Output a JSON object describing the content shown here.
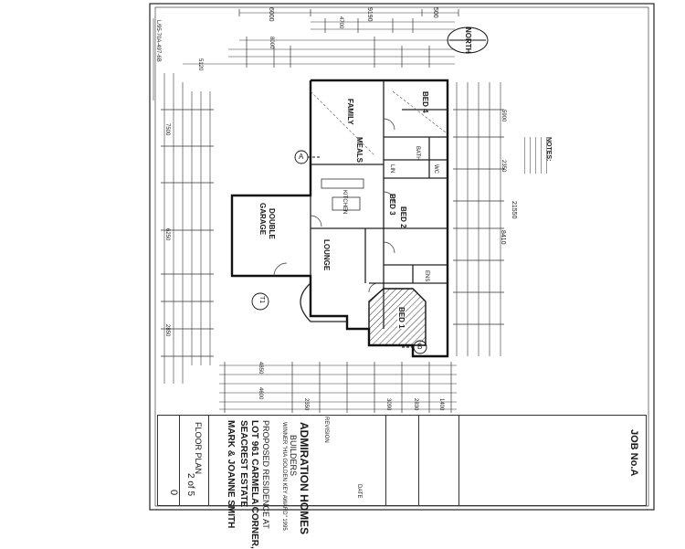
{
  "title_block": {
    "job": "JOB No.A",
    "company": "ADMIRATION HOMES",
    "company_sub": "BUILDERS",
    "award": "WINNER \"HIA GOLDEN KEY AWARD\" 1995",
    "project_line1": "PROPOSED RESIDENCE AT",
    "project_line2": "LOT 961 CARMELA CORNER,",
    "project_line3": "SEACREST ESTATE",
    "client": "MARK & JOANNE SMITH",
    "drawing": "FLOOR PLAN",
    "sheet": "2 of 5",
    "revision": "0",
    "revision_label": "REVISION",
    "date_label": "DATE"
  },
  "notes_label": "NOTES:",
  "north_label": "NORTH",
  "rooms": {
    "family": "FAMILY",
    "meals": "MEALS",
    "kitchen": "KITCHEN",
    "garage_1": "DOUBLE",
    "garage_2": "GARAGE",
    "lounge": "LOUNGE",
    "bed1": "BED 1",
    "bed2": "BED 2",
    "bed3": "BED 3",
    "bed4": "BED 4",
    "bath": "BATH",
    "wc": "WC",
    "lin": "LIN",
    "ens": "ENS"
  },
  "markers": {
    "a": "A",
    "b": "B",
    "t1": "T1"
  },
  "dimensions": {
    "top_6000": "6000",
    "top_9190": "9190",
    "top_500": "500",
    "top_4700": "4700",
    "top_8000": "8000",
    "top_5120": "5120",
    "right_21550": "21550",
    "right_8410": "8410",
    "right_2350": "2350",
    "right_5900": "5900",
    "left_6250": "6250",
    "left_2850": "2850",
    "left_7500": "7500",
    "bottom_4850": "4850",
    "bottom_4600": "4600",
    "bottom_2350": "2350",
    "bottom_3090": "3090",
    "bottom_2830": "2830",
    "bottom_1400": "1400"
  },
  "side_ref": "L/95-70A-497-6B"
}
